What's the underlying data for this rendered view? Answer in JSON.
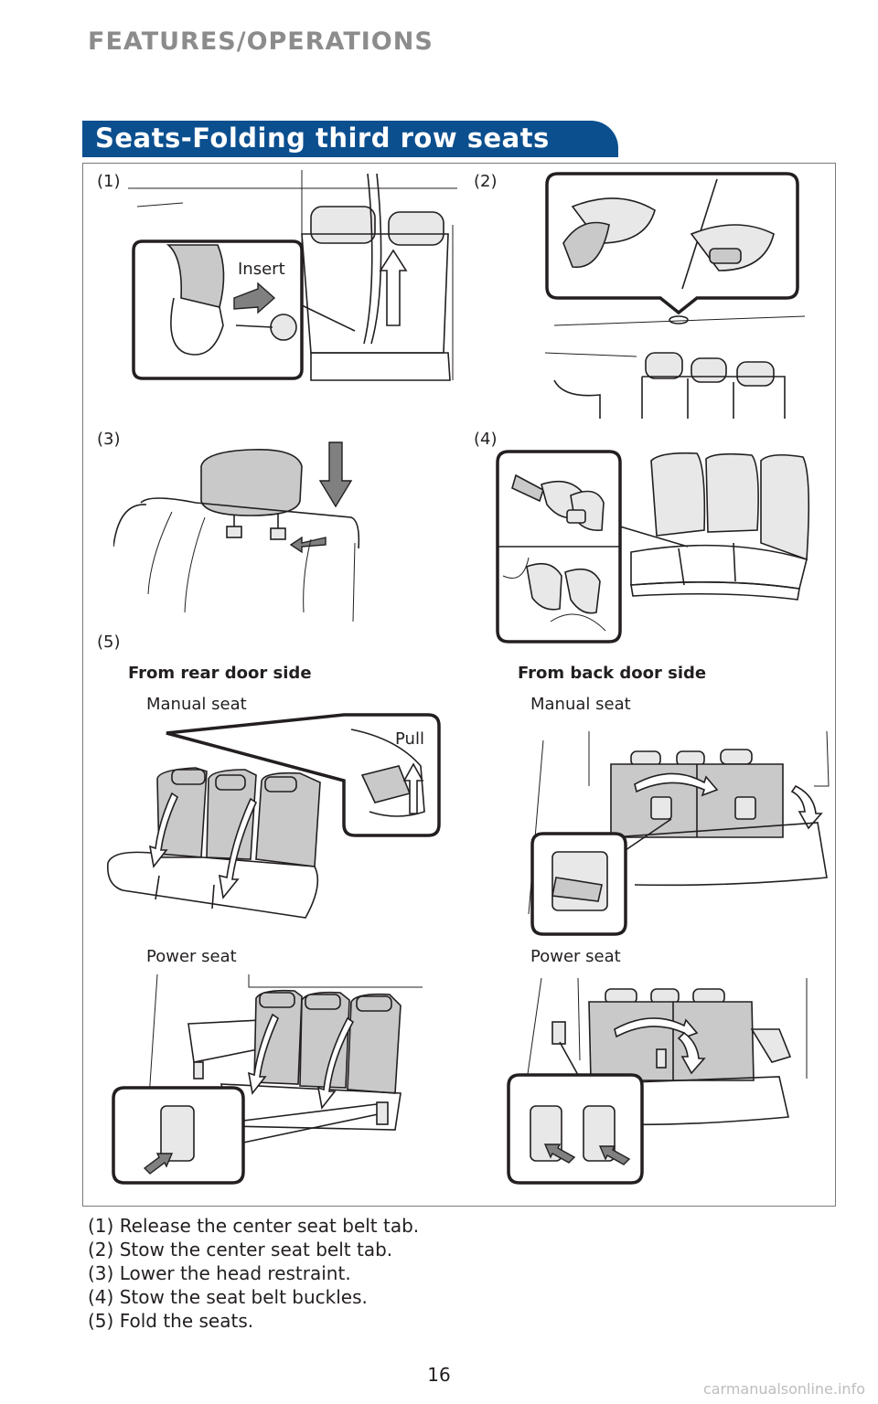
{
  "header": {
    "section": "FEATURES/OPERATIONS"
  },
  "section": {
    "title": "Seats-Folding third row seats"
  },
  "steps": {
    "s1": {
      "label": "(1)",
      "callout": "Insert"
    },
    "s2": {
      "label": "(2)"
    },
    "s3": {
      "label": "(3)"
    },
    "s4": {
      "label": "(4)"
    },
    "s5": {
      "label": "(5)",
      "left_heading": "From rear door side",
      "right_heading": "From back door side",
      "manual_seat": "Manual seat",
      "power_seat": "Power seat",
      "pull": "Pull"
    }
  },
  "instructions": [
    "(1) Release the center seat belt tab.",
    "(2) Stow the center seat belt tab.",
    "(3) Lower the head restraint.",
    "(4) Stow the seat belt buckles.",
    "(5) Fold the seats."
  ],
  "page_number": "16",
  "watermark": "carmanualsonline.info",
  "colors": {
    "section_tab": "#0b4f8f",
    "header_text": "#8c8c8c",
    "seat_fill": "#c9c9c9"
  }
}
